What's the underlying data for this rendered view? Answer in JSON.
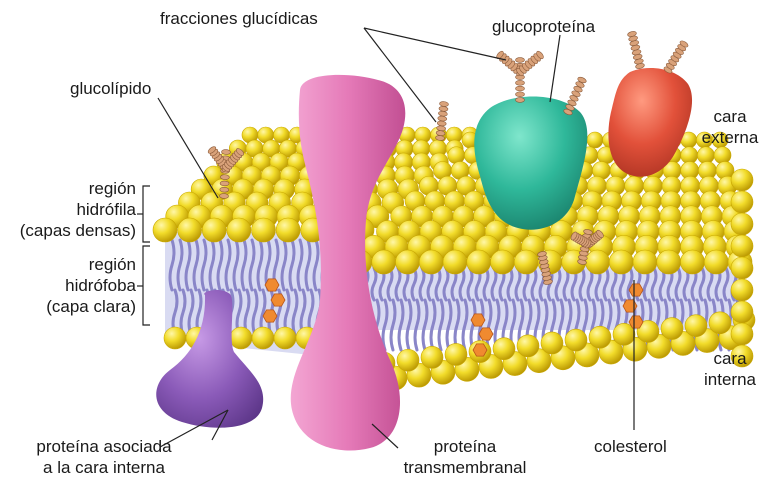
{
  "labels": {
    "fracciones": "fracciones glucídicas",
    "glucoproteina": "glucoproteína",
    "glucolipido": "glucolípido",
    "cara_externa": [
      "cara",
      "externa"
    ],
    "region_hidrofila": [
      "región",
      "hidrófila",
      "(capas densas)"
    ],
    "region_hidrofoba": [
      "región",
      "hidrófoba",
      "(capa clara)"
    ],
    "cara_interna": [
      "cara",
      "interna"
    ],
    "proteina_asociada": [
      "proteína asociada",
      "a la cara interna"
    ],
    "proteina_transmembranal": [
      "proteína",
      "transmembranal"
    ],
    "colesterol": "colesterol"
  },
  "colors": {
    "head": "#f2dc2a",
    "head_shade": "#c9a800",
    "tail": "#8a86c8",
    "transmembrane": "#e57ab8",
    "glycoprotein": "#2fb89a",
    "red_protein": "#e2513a",
    "inner_protein": "#8a5ab8",
    "cholesterol": "#f08a30",
    "sugar": "#d9a27a"
  }
}
